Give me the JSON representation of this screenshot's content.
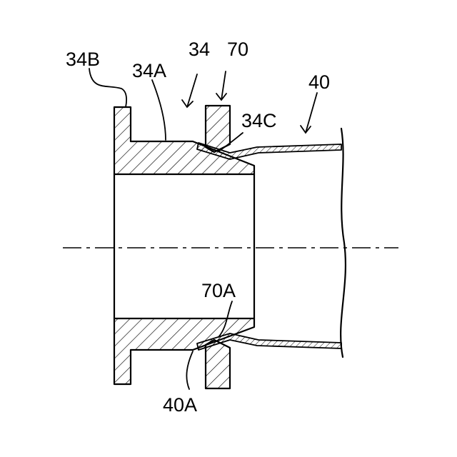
{
  "figure": {
    "labels": {
      "flange_end": "34B",
      "body_outer": "34A",
      "fitting": "34",
      "ring": "70",
      "taper_surface": "34C",
      "tube": "40",
      "ring_inner": "70A",
      "tube_end": "40A"
    }
  }
}
